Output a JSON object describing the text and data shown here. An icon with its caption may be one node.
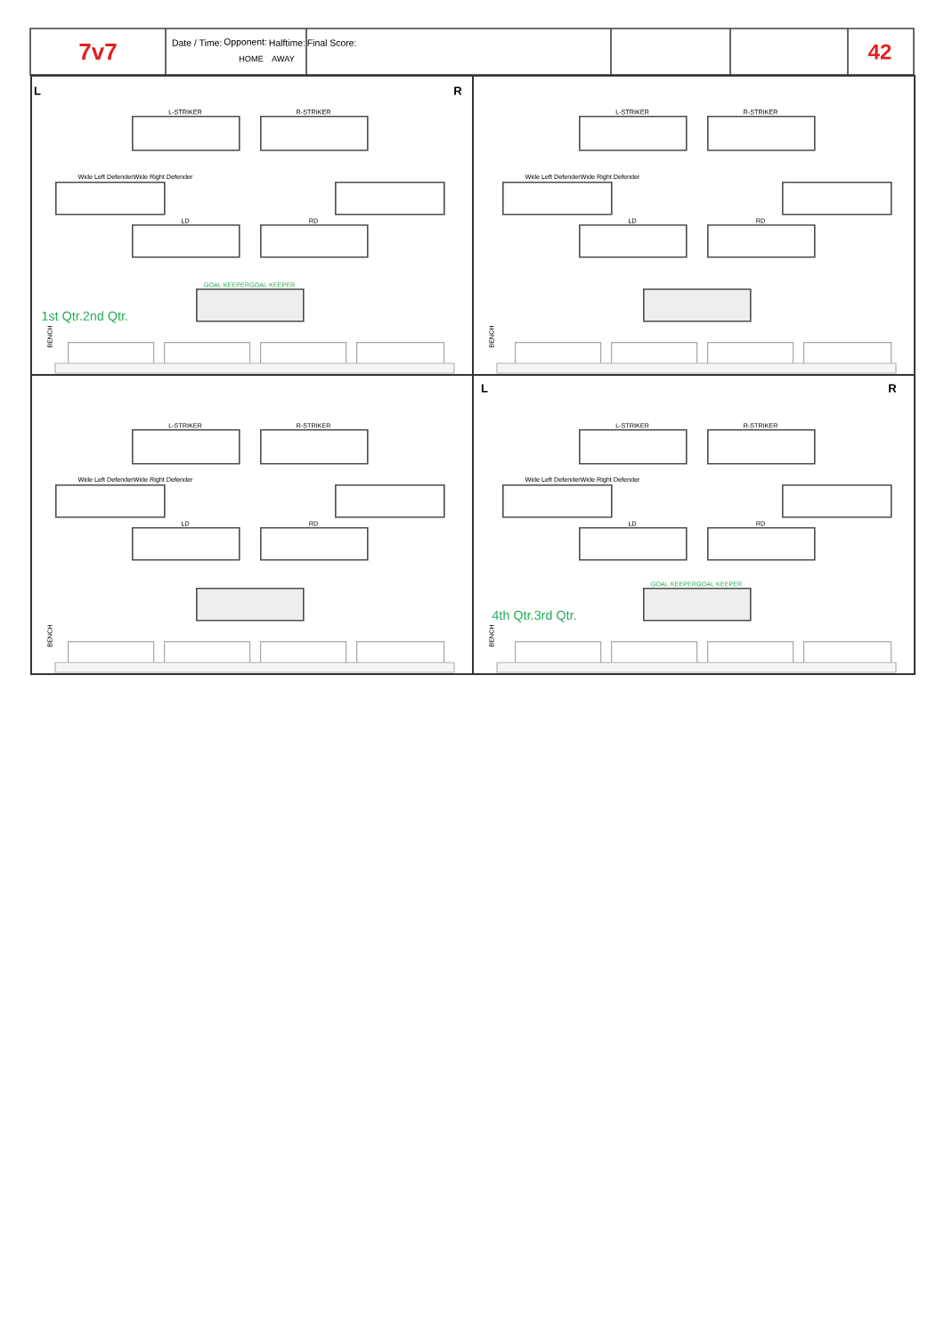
{
  "diagram": {
    "nodes": [
      {
        "text": [],
        "shape": "box"
      },
      {
        "text": [],
        "shape": "box"
      },
      {
        "text": [],
        "shape": "box"
      },
      {
        "text": [],
        "shape": "box"
      },
      {
        "text": [],
        "shape": "box",
        "in": 0,
        "beside": [
          "L-STRIKER"
        ]
      },
      {
        "text": [],
        "shape": "box",
        "in": 0,
        "beside": [
          "R-STRIKER"
        ]
      },
      {
        "text": [],
        "shape": "box",
        "in": 0,
        "beside": [
          "Wide Left DefenderWide Right Defender"
        ]
      },
      {
        "text": [],
        "shape": "box",
        "in": 0
      },
      {
        "text": [],
        "shape": "box",
        "in": 0,
        "beside": [
          "LD"
        ]
      },
      {
        "text": [],
        "shape": "box",
        "in": 0,
        "beside": [
          "RD"
        ]
      },
      {
        "text": [],
        "shape": "box",
        "in": 0,
        "beside": [
          "GOAL KEEPERGOAL KEEPER"
        ]
      },
      {
        "text": [],
        "shape": "box",
        "in": 0
      },
      {
        "text": [],
        "shape": "box",
        "in": 0
      },
      {
        "text": [],
        "shape": "box",
        "in": 0
      },
      {
        "text": [],
        "shape": "box",
        "in": 0
      },
      {
        "text": [],
        "shape": "box",
        "in": 1,
        "beside": [
          "L-STRIKER"
        ]
      },
      {
        "text": [],
        "shape": "box",
        "in": 1,
        "beside": [
          "R-STRIKER"
        ]
      },
      {
        "text": [],
        "shape": "box",
        "in": 1,
        "beside": [
          "Wide Left DefenderWide Right Defender"
        ]
      },
      {
        "text": [],
        "shape": "box",
        "in": 1
      },
      {
        "text": [],
        "shape": "box",
        "in": 1,
        "beside": [
          "LD"
        ]
      },
      {
        "text": [],
        "shape": "box",
        "in": 1,
        "beside": [
          "RD"
        ]
      },
      {
        "text": [],
        "shape": "box",
        "in": 1
      },
      {
        "text": [],
        "shape": "box",
        "in": 1
      },
      {
        "text": [],
        "shape": "box",
        "in": 1
      },
      {
        "text": [],
        "shape": "box",
        "in": 1
      },
      {
        "text": [],
        "shape": "box",
        "in": 1
      },
      {
        "text": [],
        "shape": "box",
        "in": 2,
        "beside": [
          "L-STRIKER"
        ]
      },
      {
        "text": [],
        "shape": "box",
        "in": 2,
        "beside": [
          "R-STRIKER"
        ]
      },
      {
        "text": [],
        "shape": "box",
        "in": 2,
        "beside": [
          "Wide Left DefenderWide Right Defender"
        ]
      },
      {
        "text": [],
        "shape": "box",
        "in": 2
      },
      {
        "text": [],
        "shape": "box",
        "in": 2,
        "beside": [
          "LD"
        ]
      },
      {
        "text": [],
        "shape": "box",
        "in": 2,
        "beside": [
          "RD"
        ]
      },
      {
        "text": [],
        "shape": "box",
        "in": 2
      },
      {
        "text": [],
        "shape": "box",
        "in": 2
      },
      {
        "text": [],
        "shape": "box",
        "in": 2
      },
      {
        "text": [],
        "shape": "box",
        "in": 2
      },
      {
        "text": [],
        "shape": "box",
        "in": 2
      },
      {
        "text": [],
        "shape": "box",
        "in": 3,
        "beside": [
          "L-STRIKER"
        ]
      },
      {
        "text": [],
        "shape": "box",
        "in": 3,
        "beside": [
          "R-STRIKER"
        ]
      },
      {
        "text": [],
        "shape": "box",
        "in": 3,
        "beside": [
          "Wide Left DefenderWide Right Defender"
        ]
      },
      {
        "text": [],
        "shape": "box",
        "in": 3
      },
      {
        "text": [],
        "shape": "box",
        "in": 3,
        "beside": [
          "LD"
        ]
      },
      {
        "text": [],
        "shape": "box",
        "in": 3,
        "beside": [
          "RD"
        ]
      },
      {
        "text": [],
        "shape": "box",
        "in": 3,
        "beside": [
          "GOAL KEEPERGOAL KEEPER"
        ]
      },
      {
        "text": [],
        "shape": "box",
        "in": 3
      },
      {
        "text": [],
        "shape": "box",
        "in": 3
      },
      {
        "text": [],
        "shape": "box",
        "in": 3
      },
      {
        "text": [],
        "shape": "box",
        "in": 3
      }
    ],
    "labels": [
      "7v7",
      "Date / Time:",
      "Opponent:",
      "Halftime:",
      "HOME",
      "Final Score:",
      "AWAY",
      "42",
      "L",
      "R",
      "1st Qtr.2nd Qtr.",
      "BENCH",
      "BENCH",
      "BENCH",
      "L",
      "R",
      "4th Qtr.3rd Qtr.",
      "BENCH"
    ]
  }
}
